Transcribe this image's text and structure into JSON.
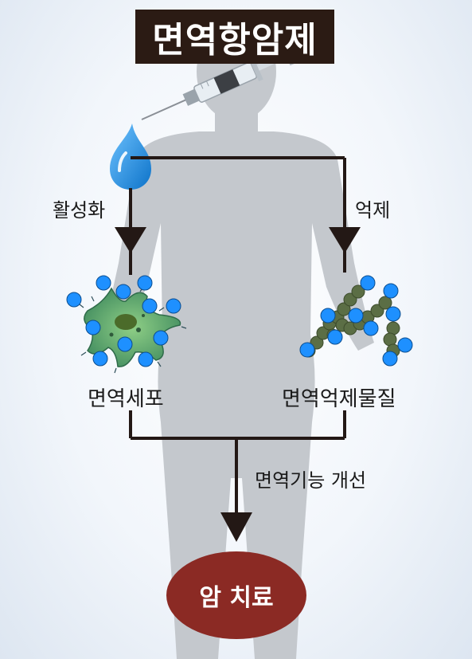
{
  "title": "면역항암제",
  "labels": {
    "activate": "활성화",
    "suppress": "억제",
    "immune_cell": "면역세포",
    "suppressor": "면역억제물질",
    "improve": "면역기능 개선"
  },
  "result": "암 치료",
  "colors": {
    "title_bg": "#2b1b14",
    "arrow": "#231815",
    "silhouette": "#c4c8cd",
    "cell_green": "#5f9e6e",
    "suppressor_green": "#5b6e45",
    "dot_blue": "#1e90ff",
    "result_red": "#8b2a24",
    "drop_blue": "#1b8fe0"
  },
  "icons": [
    "syringe-icon",
    "drop-icon",
    "immune-cell-icon",
    "suppressor-chain-icon",
    "body-silhouette"
  ]
}
